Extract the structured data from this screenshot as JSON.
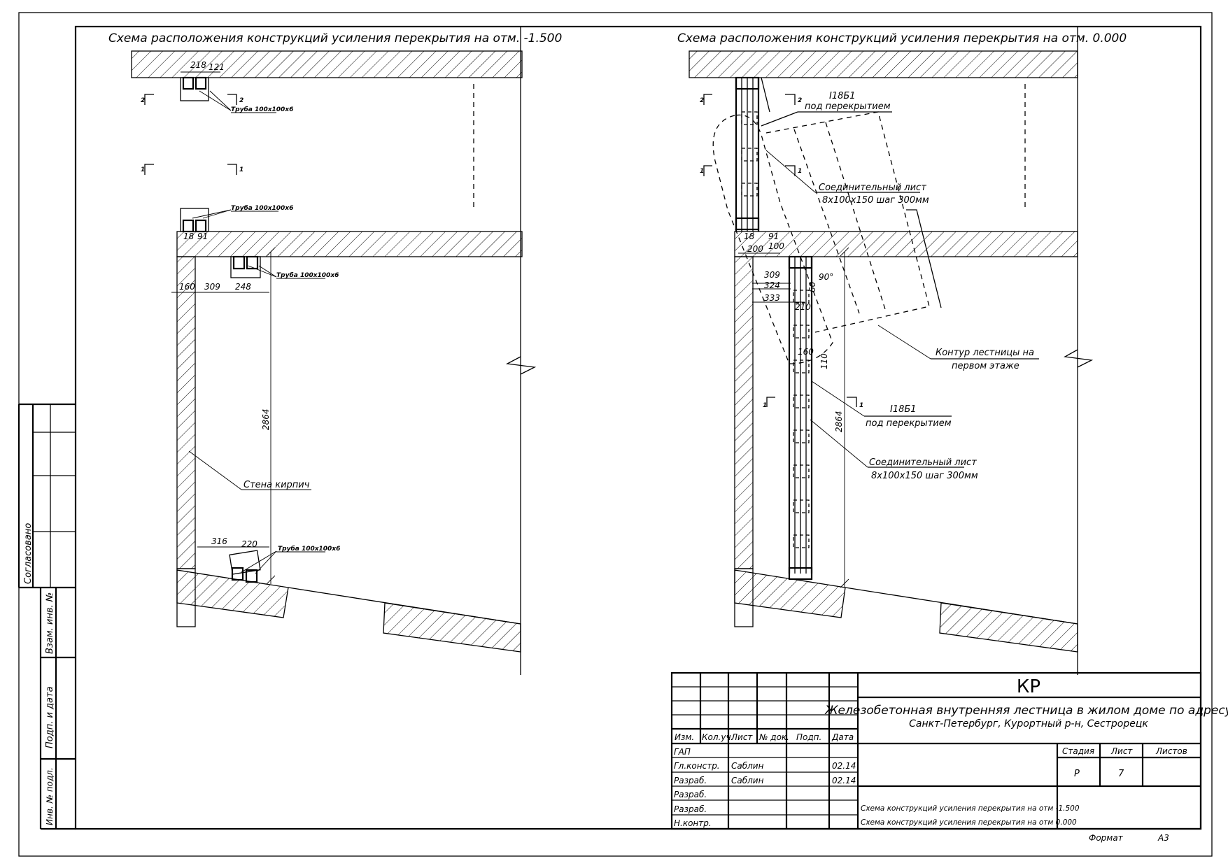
{
  "drawings": {
    "left_title": "Схема расположения конструкций усиления перекрытия на отм. -1.500",
    "right_title": "Схема расположения конструкций усиления перекрытия на отм. 0.000"
  },
  "left": {
    "pipe_label": "Труба 100х100х6",
    "wall_label": "Стена кирпич",
    "dims": {
      "d218": "218",
      "d121": "121",
      "d18": "18",
      "d91": "91",
      "d160": "160",
      "d309": "309",
      "d248": "248",
      "d2864": "2864",
      "d316": "316",
      "d220": "220"
    },
    "section_marks": {
      "s1": "1",
      "s2": "2"
    }
  },
  "right": {
    "beam_label": "I18Б1",
    "beam_label_sub": "под перекрытием",
    "sheet_label": "Соединительный лист",
    "sheet_label_sub": "8х100х150 шаг 300мм",
    "contour_label": "Контур лестницы на",
    "contour_label_sub": "первом этаже",
    "dims": {
      "d18": "18",
      "d91": "91",
      "d200": "200",
      "d100": "100",
      "d309": "309",
      "d324": "324",
      "d333": "333",
      "d90": "90°",
      "d210": "210",
      "d160": "160",
      "d110": "110",
      "d2864": "2864",
      "d60": "60"
    },
    "section_marks": {
      "s1": "1",
      "s2": "2"
    }
  },
  "side_stamp": {
    "agreed": "Согласовано",
    "vzam": "Взам. инв. №",
    "podp": "Подп. и дата",
    "inv": "Инв. № подл."
  },
  "titleblock": {
    "code": "КР",
    "project_line1": "Железобетонная внутренняя лестница в жилом доме по адресу",
    "project_line2": "Санкт-Петербург, Курортный р-н, Сестрорецк",
    "hdr_izm": "Изм.",
    "hdr_kol": "Кол.уч.",
    "hdr_list": "Лист",
    "hdr_ndok": "№ док.",
    "hdr_podp": "Подп.",
    "hdr_data": "Дата",
    "rows": [
      {
        "role": "ГАП",
        "name": "",
        "date": ""
      },
      {
        "role": "Гл.констр.",
        "name": "Саблин",
        "date": "02.14"
      },
      {
        "role": "Разраб.",
        "name": "Саблин",
        "date": "02.14"
      },
      {
        "role": "Разраб.",
        "name": "",
        "date": ""
      },
      {
        "role": "Разраб.",
        "name": "",
        "date": ""
      },
      {
        "role": "Н.контр.",
        "name": "",
        "date": ""
      }
    ],
    "stage_hdr": "Стадия",
    "sheet_hdr": "Лист",
    "sheets_hdr": "Листов",
    "stage": "Р",
    "sheet": "7",
    "sheets": "",
    "desc1": "Схема конструкций усиления перекрытия на отм -1.500",
    "desc2": "Схема конструкций усиления перекрытия на отм 0.000",
    "format_label": "Формат",
    "format_value": "А3"
  }
}
